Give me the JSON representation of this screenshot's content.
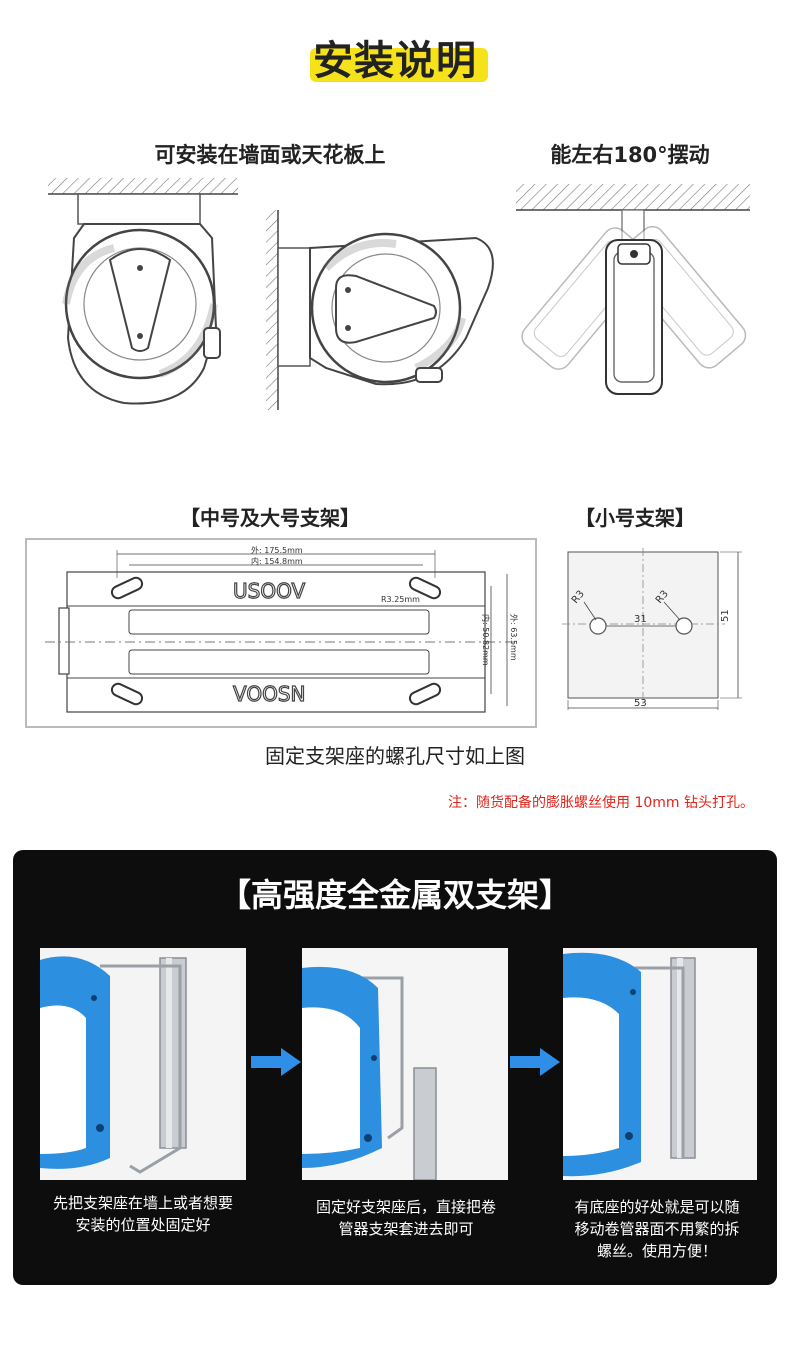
{
  "header": {
    "title": "安装说明",
    "highlight_color": "#f6e21b"
  },
  "mount_section": {
    "left_heading": "可安装在墙面或天花板上",
    "right_heading": "能左右180°摆动"
  },
  "bracket_section": {
    "left_heading": "【中号及大号支架】",
    "right_heading": "【小号支架】",
    "large_bracket": {
      "outer_width": "外: 175.5mm",
      "inner_width": "内: 154.8mm",
      "hole_radius": "R3.25mm",
      "inner_height": "内: 50.82mm",
      "outer_height": "外: 63.5mm",
      "logo_top": "USOOV",
      "logo_bottom": "VOOSN"
    },
    "small_bracket": {
      "r_left": "R3",
      "r_right": "R3",
      "hole_spacing": "31",
      "height": "51",
      "width": "53"
    },
    "caption": "固定支架座的螺孔尺寸如上图",
    "note": "注：随货配备的膨胀螺丝使用 10mm 钻头打孔。",
    "note_color": "#e0241b"
  },
  "feature_panel": {
    "title": "【高强度全金属双支架】",
    "steps": [
      {
        "caption_line1": "先把支架座在墙上或者想要",
        "caption_line2": "安装的位置处固定好",
        "caption_line3": ""
      },
      {
        "caption_line1": "固定好支架座后，直接把卷",
        "caption_line2": "管器支架套进去即可",
        "caption_line3": ""
      },
      {
        "caption_line1": "有底座的好处就是可以随",
        "caption_line2": "移动卷管器面不用繁的拆",
        "caption_line3": "螺丝。使用方便！"
      }
    ],
    "arrow_color": "#2f8fe8",
    "device_color": "#2d8fe0"
  }
}
